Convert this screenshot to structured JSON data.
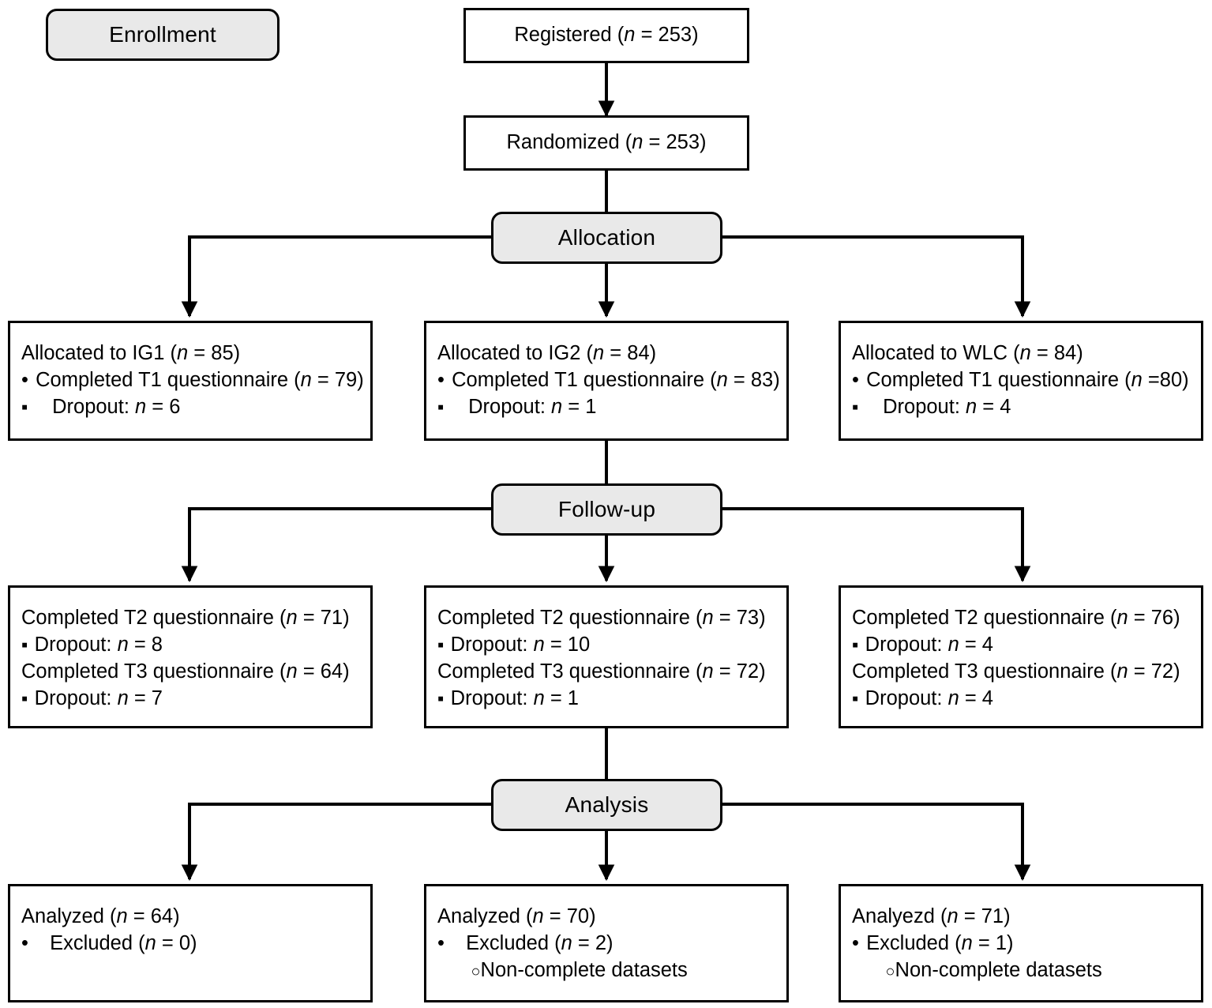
{
  "diagram": {
    "type": "consort-flow-diagram",
    "stage_labels": [
      {
        "id": "enrollment",
        "text": "Enrollment"
      },
      {
        "id": "allocation",
        "text": "Allocation"
      },
      {
        "id": "followup",
        "text": "Follow-up"
      },
      {
        "id": "analysis",
        "text": "Analysis"
      }
    ],
    "enrollment": {
      "registered": {
        "label": "Registered",
        "n": "253",
        "text": "Registered (n = 253)"
      },
      "randomized": {
        "label": "Randomized",
        "n": "253",
        "text": "Randomized (n = 253)"
      }
    },
    "arms": [
      {
        "id": "ig1",
        "name": "IG1"
      },
      {
        "id": "ig2",
        "name": "IG2"
      },
      {
        "id": "wlc",
        "name": "WLC"
      }
    ],
    "allocation_row": [
      {
        "arm": "IG1",
        "lines": [
          {
            "style": "plain",
            "pre": "Allocated to IG1 (",
            "em": "n",
            "post": " = 85)"
          },
          {
            "style": "b-round",
            "pre": "Completed T1 questionnaire (",
            "em": "n",
            "post": " = 79)"
          },
          {
            "style": "b-square-wide",
            "pre": "Dropout: ",
            "em": "n",
            "post": " = 6"
          }
        ]
      },
      {
        "arm": "IG2",
        "lines": [
          {
            "style": "plain",
            "pre": "Allocated to IG2 (",
            "em": "n",
            "post": " = 84)"
          },
          {
            "style": "b-round",
            "pre": "Completed T1 questionnaire (",
            "em": "n",
            "post": " = 83)"
          },
          {
            "style": "b-square-wide",
            "pre": "Dropout: ",
            "em": "n",
            "post": " = 1"
          }
        ]
      },
      {
        "arm": "WLC",
        "lines": [
          {
            "style": "plain",
            "pre": "Allocated to WLC (",
            "em": "n",
            "post": " = 84)"
          },
          {
            "style": "b-round",
            "pre": "Completed T1 questionnaire (",
            "em": "n",
            "post": " =80)"
          },
          {
            "style": "b-square-wide",
            "pre": "Dropout: ",
            "em": "n",
            "post": " = 4"
          }
        ]
      }
    ],
    "followup_row": [
      {
        "arm": "IG1",
        "lines": [
          {
            "style": "plain",
            "pre": "Completed T2 questionnaire (",
            "em": "n",
            "post": " = 71)"
          },
          {
            "style": "b-square",
            "pre": "Dropout: ",
            "em": "n",
            "post": " = 8"
          },
          {
            "style": "plain",
            "pre": "Completed T3 questionnaire (",
            "em": "n",
            "post": " = 64)"
          },
          {
            "style": "b-square",
            "pre": "Dropout: ",
            "em": "n",
            "post": " = 7"
          }
        ]
      },
      {
        "arm": "IG2",
        "lines": [
          {
            "style": "plain",
            "pre": "Completed T2 questionnaire (",
            "em": "n",
            "post": " = 73)"
          },
          {
            "style": "b-square",
            "pre": "Dropout: ",
            "em": "n",
            "post": " = 10"
          },
          {
            "style": "plain",
            "pre": "Completed T3 questionnaire (",
            "em": "n",
            "post": " = 72)"
          },
          {
            "style": "b-square",
            "pre": "Dropout: ",
            "em": "n",
            "post": " = 1"
          }
        ]
      },
      {
        "arm": "WLC",
        "lines": [
          {
            "style": "plain",
            "pre": "Completed T2 questionnaire (",
            "em": "n",
            "post": " = 76)"
          },
          {
            "style": "b-square",
            "pre": "Dropout: ",
            "em": "n",
            "post": " = 4"
          },
          {
            "style": "plain",
            "pre": "Completed T3 questionnaire (",
            "em": "n",
            "post": " = 72)"
          },
          {
            "style": "b-square",
            "pre": "Dropout: ",
            "em": "n",
            "post": " = 4"
          }
        ]
      }
    ],
    "analysis_row": [
      {
        "arm": "IG1",
        "lines": [
          {
            "style": "plain",
            "pre": "Analyzed (",
            "em": "n",
            "post": " = 64)"
          },
          {
            "style": "b-round-wide",
            "pre": "Excluded (",
            "em": "n",
            "post": " = 0)"
          }
        ]
      },
      {
        "arm": "IG2",
        "lines": [
          {
            "style": "plain",
            "pre": "Analyzed (",
            "em": "n",
            "post": " = 70)"
          },
          {
            "style": "b-round-wide",
            "pre": "Excluded (",
            "em": "n",
            "post": " = 2)"
          },
          {
            "style": "b-hollow",
            "pre": "Non-complete datasets",
            "em": "",
            "post": ""
          }
        ]
      },
      {
        "arm": "WLC",
        "lines": [
          {
            "style": "plain",
            "pre": "Analyezd (",
            "em": "n",
            "post": " = 71)"
          },
          {
            "style": "b-round",
            "pre": "Excluded (",
            "em": "n",
            "post": " = 1)"
          },
          {
            "style": "b-hollow",
            "pre": "Non-complete datasets",
            "em": "",
            "post": ""
          }
        ]
      }
    ],
    "colors": {
      "stage_label_fill": "#e9e9e9",
      "stroke": "#000000",
      "node_fill": "#ffffff",
      "page_background": "#ffffff"
    }
  }
}
